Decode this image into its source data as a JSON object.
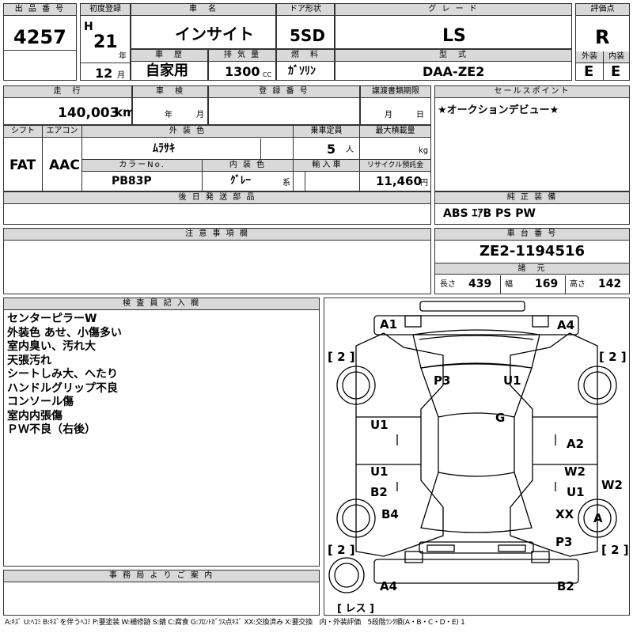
{
  "header": {
    "lot_label": "出 品 番 号",
    "lot_value": "4257",
    "first_reg_label": "初度登録",
    "era": "H",
    "year": "21",
    "year_unit": "年",
    "month": "12",
    "month_unit": "月",
    "name_label": "車　名",
    "name_value": "インサイト",
    "door_label": "ドア形状",
    "door_value": "5SD",
    "grade_label": "グ レ ー ド",
    "grade_value": "LS",
    "score_label": "評価点",
    "score_value": "R",
    "history_label": "車　歴",
    "history_value": "自家用",
    "displacement_label": "排 気 量",
    "displacement_value": "1300",
    "displacement_unit": "CC",
    "fuel_label": "燃　料",
    "fuel_value": "ｶﾞｿﾘﾝ",
    "model_label": "型　式",
    "model_value": "DAA-ZE2",
    "exterior_label": "外装",
    "exterior_value": "E",
    "interior_label": "内装",
    "interior_value": "E"
  },
  "row2": {
    "mileage_label": "走　行",
    "mileage_value": "140,003",
    "mileage_unit": "km",
    "inspection_label": "車　検",
    "insp_year_unit": "年",
    "insp_month_unit": "月",
    "registration_label": "登 録 番 号",
    "transfer_label": "譲渡書類期限",
    "transfer_month_unit": "月",
    "transfer_day_unit": "日",
    "sales_label": "セールスポイント",
    "sales_value": "★オークションデビュー★",
    "shift_label": "シフト",
    "shift_value": "FAT",
    "ac_label": "エアコン",
    "ac_value": "AAC",
    "ext_color_label": "外 装 色",
    "ext_color_value": "ﾑﾗｻｷ",
    "capacity_label": "乗車定員",
    "capacity_value": "5",
    "capacity_unit": "人",
    "load_label": "最大積載量",
    "load_unit": "kg",
    "color_no_label": "カラーNo.",
    "color_no_value": "PB83P",
    "int_color_label": "内 装 色",
    "int_color_value": "ｸﾞﾚｰ",
    "int_color_unit": "系",
    "import_label": "輸 入 車",
    "recycle_label": "リサイクル預託金",
    "recycle_value": "11,460",
    "recycle_unit": "円",
    "later_parts_label": "後 日 発 送 部 品",
    "equipment_label": "純 正 装 備",
    "equipment_value": "ABS ｴｱB PS PW",
    "notes_label": "注 意 事 項 欄",
    "chassis_label": "車 台 番 号",
    "chassis_value": "ZE2-1194516",
    "spec_label": "諸　元",
    "length_label": "長さ",
    "length_value": "439",
    "width_label": "幅",
    "width_value": "169",
    "height_label": "高さ",
    "height_value": "142"
  },
  "inspector": {
    "label": "検 査 員 記 入 欄",
    "comments": [
      "センターピラーW",
      "外装色 あせ、小傷多い",
      "室内臭い、汚れ大",
      "天張汚れ",
      "シートしみ大、へたり",
      "ハンドルグリップ不良",
      "コンソール傷",
      "室内内張傷",
      "ＰＷ不良（右後）"
    ]
  },
  "office": {
    "label": "事 務 局 よ り ご 案 内"
  },
  "diagram": {
    "tire_counts": [
      "[ 2 ]",
      "[ 2 ]",
      "[ 2 ]",
      "[ 2 ]"
    ],
    "spare_label": "[ レス ]",
    "marks": [
      "A1",
      "A4",
      "P3",
      "U1",
      "G",
      "U1",
      "A2",
      "U1",
      "W2",
      "B2",
      "U1",
      "W2",
      "B4",
      "XX",
      "A",
      "P3",
      "A4",
      "B2"
    ]
  },
  "footer": {
    "legend": "A:ｷｽﾞ U:ﾍｺﾐ B:ｷｽﾞを伴うﾍｺﾐ P:要塗装 W:補修跡 S:錆 C:腐食 G:ﾌﾛﾝﾄｶﾞﾗｽ点ｷｽﾞ XX:交換済み X:要交換　内・外装評価　5段階ﾗﾝｸ順(A・B・C・D・E) 1"
  }
}
